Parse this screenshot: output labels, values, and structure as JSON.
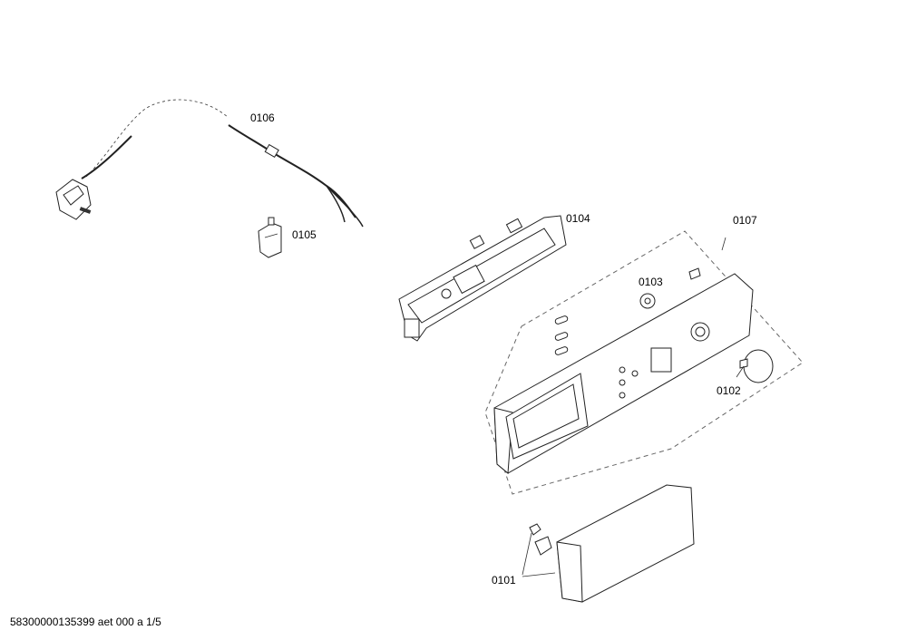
{
  "labels": {
    "part_0101": "0101",
    "part_0102": "0102",
    "part_0103": "0103",
    "part_0104": "0104",
    "part_0105": "0105",
    "part_0106": "0106",
    "part_0107": "0107"
  },
  "footer": {
    "doc_ref": "58300000135399 aet 000 a 1/5"
  }
}
